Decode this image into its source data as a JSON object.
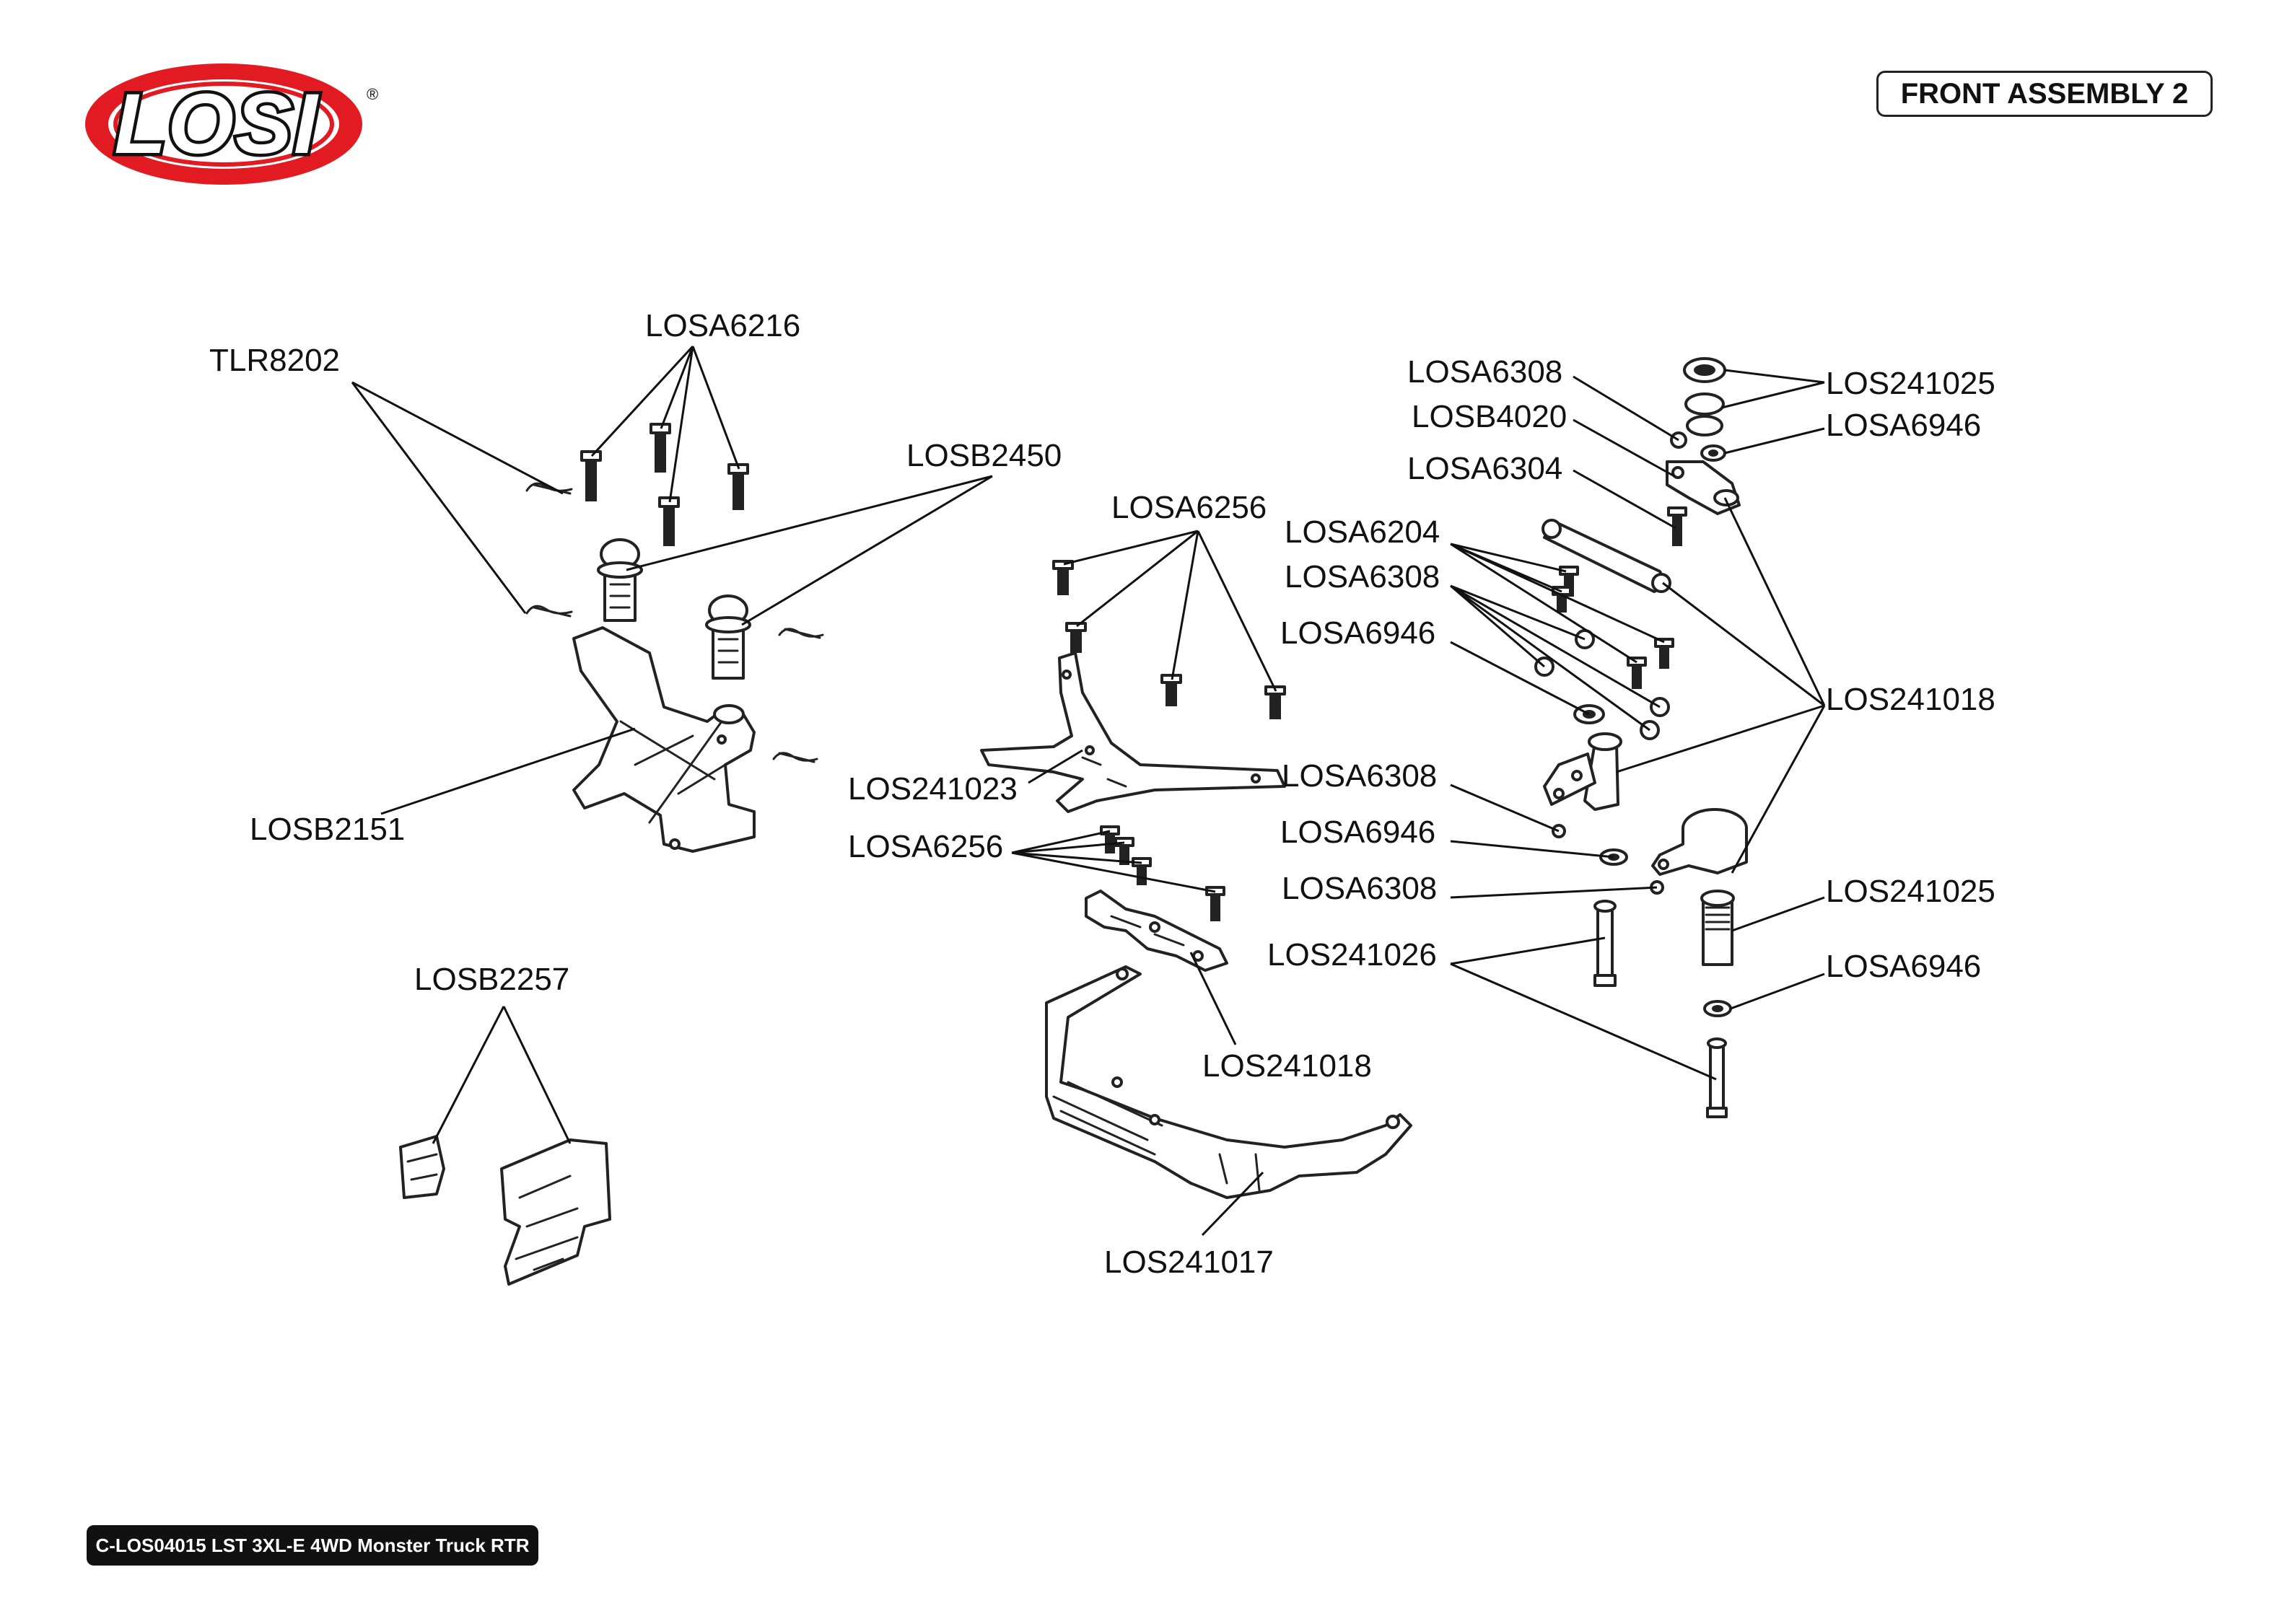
{
  "header": {
    "brand_logo": {
      "text": "LOSI",
      "registered_mark": "®",
      "colors": {
        "ring": "#e21b22",
        "letters": "#ffffff",
        "outline": "#111111"
      }
    },
    "page_title": "FRONT ASSEMBLY 2"
  },
  "footer": {
    "product": "C-LOS04015 LST 3XL-E 4WD Monster Truck RTR"
  },
  "callouts": {
    "tlr8202": "TLR8202",
    "losa6216": "LOSA6216",
    "losb2450": "LOSB2450",
    "losb2151": "LOSB2151",
    "losb2257": "LOSB2257",
    "losa6256_top": "LOSA6256",
    "los241023": "LOS241023",
    "losa6256_mid": "LOSA6256",
    "los241018_center": "LOS241018",
    "los241017": "LOS241017",
    "losa6308_a": "LOSA6308",
    "losb4020": "LOSB4020",
    "losa6304": "LOSA6304",
    "losa6204": "LOSA6204",
    "losa6308_b": "LOSA6308",
    "losa6946_a": "LOSA6946",
    "losa6308_c": "LOSA6308",
    "losa6946_b": "LOSA6946",
    "losa6308_d": "LOSA6308",
    "los241026": "LOS241026",
    "los241025_top": "LOS241025",
    "losa6946_top": "LOSA6946",
    "los241018_right": "LOS241018",
    "los241025_bottom": "LOS241025",
    "losa6946_bottom": "LOSA6946"
  }
}
